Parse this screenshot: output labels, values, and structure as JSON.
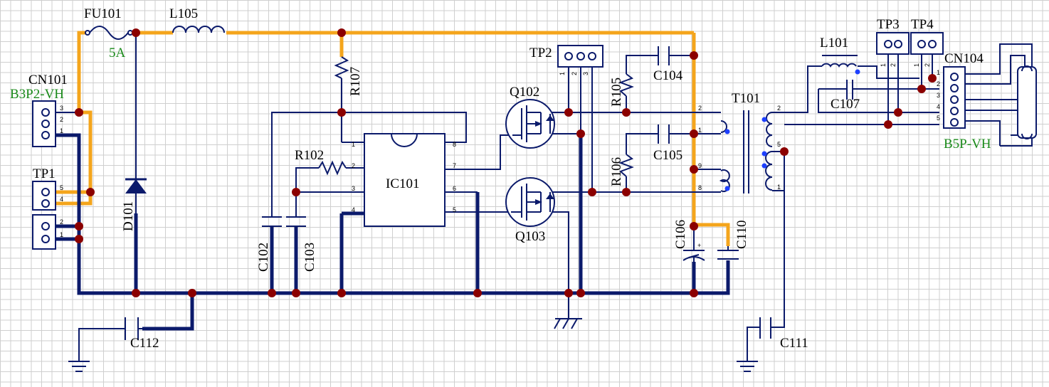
{
  "colors": {
    "wire": "#0b1a6b",
    "power_trace": "#f4a51c",
    "junction": "#8b0000",
    "grid": "#cfcfcf",
    "part_value": "#1a8a1a",
    "dot": "#1e40ff"
  },
  "labels": {
    "fu101": "FU101",
    "fuse_rating": "5A",
    "l105": "L105",
    "cn101": "CN101",
    "cn101_part": "B3P2-VH",
    "tp1": "TP1",
    "d101": "D101",
    "r107": "R107",
    "r102": "R102",
    "ic101": "IC101",
    "c102": "C102",
    "c103": "C103",
    "c112": "C112",
    "q102": "Q102",
    "q103": "Q103",
    "tp2": "TP2",
    "r105": "R105",
    "r106": "R106",
    "c104": "C104",
    "c105": "C105",
    "c106": "C106",
    "c110": "C110",
    "t101": "T101",
    "l101": "L101",
    "c107": "C107",
    "tp3": "TP3",
    "tp4": "TP4",
    "cn104": "CN104",
    "cn104_part": "B5P-VH",
    "c111": "C111"
  },
  "pins": {
    "cn101": [
      "3",
      "2",
      "1"
    ],
    "tp1": [
      "5",
      "4",
      "2",
      "1"
    ],
    "ic_left": [
      "1",
      "2",
      "3",
      "4"
    ],
    "ic_right": [
      "8",
      "7",
      "6",
      "5"
    ],
    "tp2": [
      "1",
      "2",
      "3"
    ],
    "t101_left": [
      "2",
      "1",
      "9",
      "8"
    ],
    "t101_right": [
      "2",
      "5",
      "1"
    ],
    "tp3": [
      "1",
      "2"
    ],
    "tp4": [
      "1",
      "2"
    ],
    "cn104": [
      "1",
      "2",
      "3",
      "4",
      "5"
    ],
    "c106_polarity": "+"
  }
}
